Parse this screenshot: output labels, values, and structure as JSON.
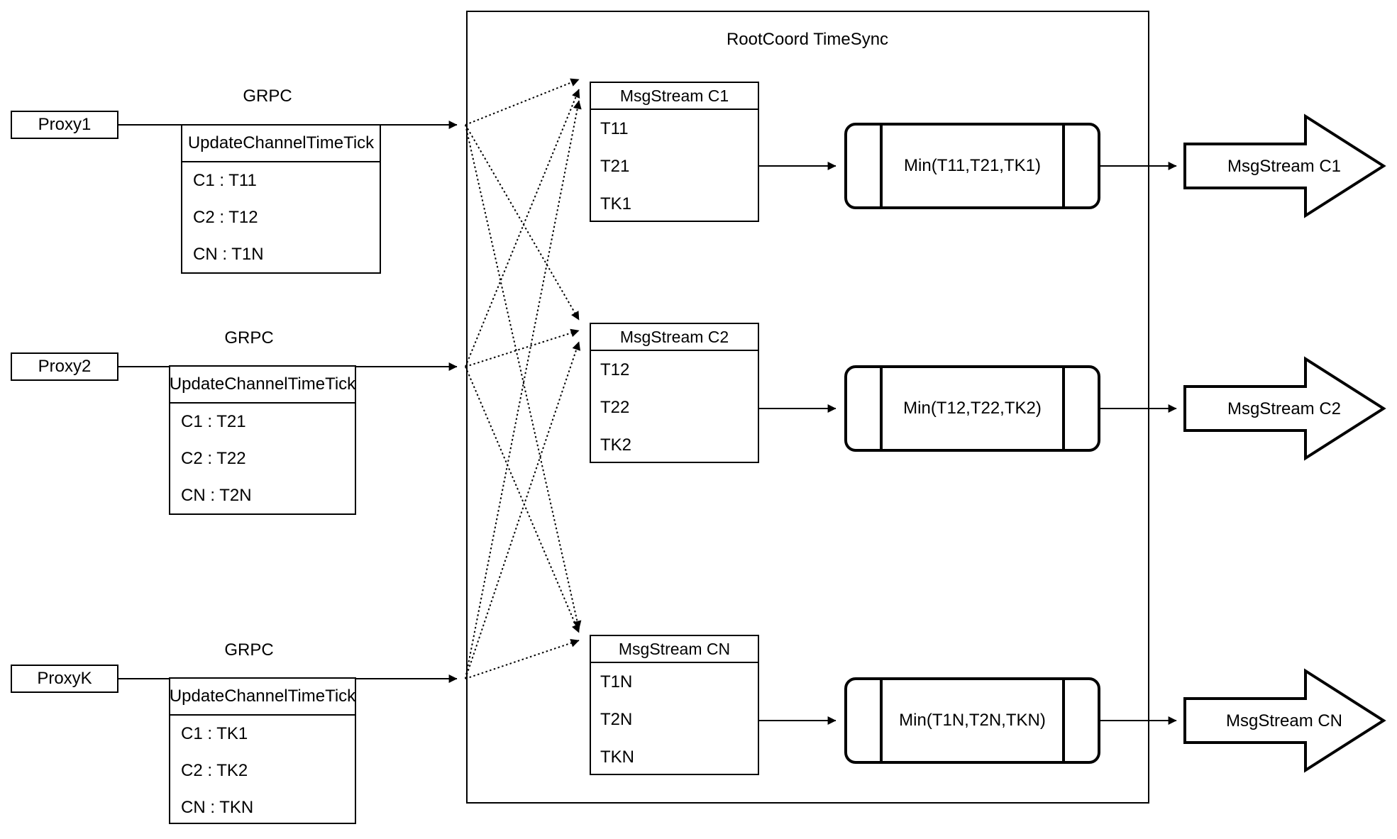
{
  "rootcoord": {
    "title": "RootCoord TimeSync"
  },
  "proxies": [
    {
      "name": "Proxy1",
      "protocol": "GRPC",
      "table": {
        "header": "UpdateChannelTimeTick",
        "rows": [
          "C1 : T11",
          "C2 : T12",
          "CN : T1N"
        ]
      }
    },
    {
      "name": "Proxy2",
      "protocol": "GRPC",
      "table": {
        "header": "UpdateChannelTimeTick",
        "rows": [
          "C1 : T21",
          "C2 : T22",
          "CN : T2N"
        ]
      }
    },
    {
      "name": "ProxyK",
      "protocol": "GRPC",
      "table": {
        "header": "UpdateChannelTimeTick",
        "rows": [
          "C1 : TK1",
          "C2 : TK2",
          "CN : TKN"
        ]
      }
    }
  ],
  "streams": [
    {
      "title": "MsgStream C1",
      "values": [
        "T11",
        "T21",
        "TK1"
      ],
      "min": "Min(T11,T21,TK1)",
      "output": "MsgStream C1"
    },
    {
      "title": "MsgStream C2",
      "values": [
        "T12",
        "T22",
        "TK2"
      ],
      "min": "Min(T12,T22,TK2)",
      "output": "MsgStream C2"
    },
    {
      "title": "MsgStream CN",
      "values": [
        "T1N",
        "T2N",
        "TKN"
      ],
      "min": "Min(T1N,T2N,TKN)",
      "output": "MsgStream CN"
    }
  ],
  "colors": {
    "stroke": "#000000",
    "background": "#ffffff"
  }
}
